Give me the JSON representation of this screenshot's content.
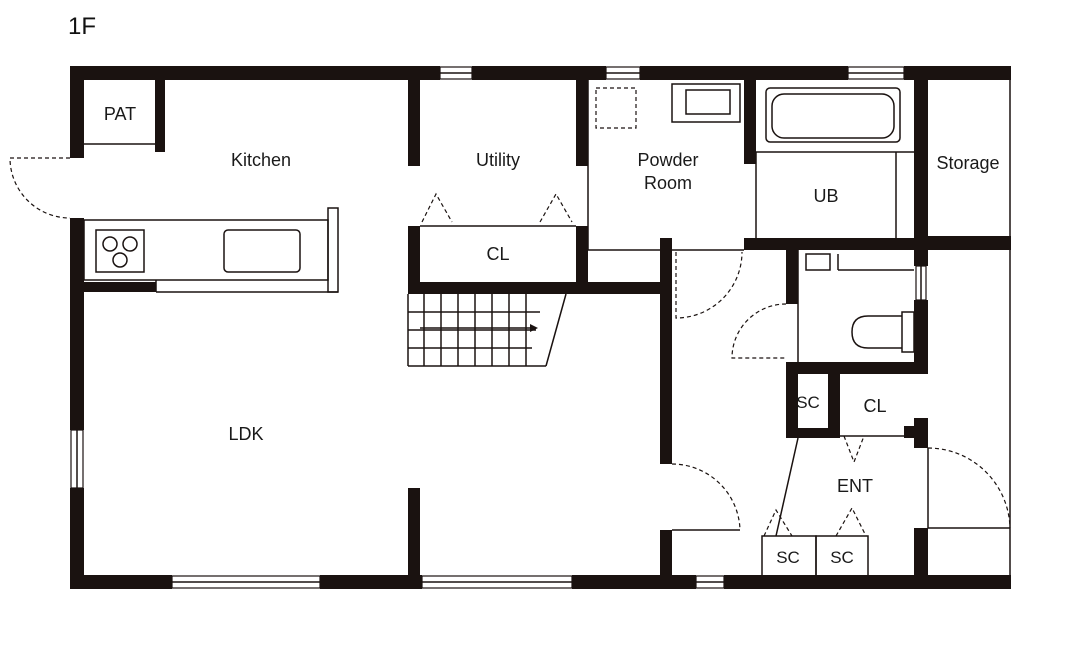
{
  "floor_label": "1F",
  "rooms": {
    "pat": "PAT",
    "kitchen": "Kitchen",
    "utility": "Utility",
    "powder_room": [
      "Powder",
      "Room"
    ],
    "storage": "Storage",
    "ub": "UB",
    "cl_upper": "CL",
    "ldk": "LDK",
    "sc_hall": "SC",
    "cl_hall": "CL",
    "ent": "ENT",
    "sc_left": "SC",
    "sc_right": "SC"
  }
}
